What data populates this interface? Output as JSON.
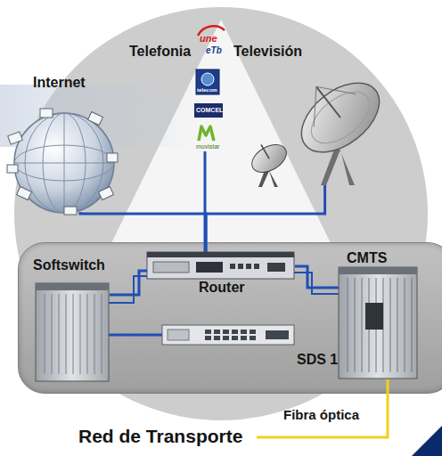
{
  "diagram": {
    "nodes": [
      {
        "text": [
          "Internet"
        ]
      },
      {
        "text": [
          "Telefonia"
        ]
      },
      {
        "text": [
          "Televisión"
        ]
      },
      {
        "text": [
          "SDS 1"
        ]
      },
      {
        "text": [
          "Softswitch"
        ],
        "in": 3
      },
      {
        "text": [
          "Router"
        ],
        "in": 3
      },
      {
        "text": [
          "CMTS"
        ],
        "in": 3
      },
      {
        "text": [
          "Red de Transporte"
        ]
      }
    ],
    "edges": [
      {
        "from": 0,
        "to": 5,
        "arrow": "none"
      },
      {
        "from": 1,
        "to": 5,
        "arrow": "none"
      },
      {
        "from": 2,
        "to": 5,
        "arrow": "none"
      },
      {
        "from": 5,
        "to": 4,
        "arrow": "none"
      },
      {
        "from": 5,
        "to": 6,
        "arrow": "none"
      },
      {
        "from": 6,
        "to": 7,
        "label": "Fibra óptica",
        "arrow": "none"
      }
    ],
    "labels": [
      "une",
      "eTb",
      "telecom",
      "COMCEL",
      "movistar"
    ]
  }
}
